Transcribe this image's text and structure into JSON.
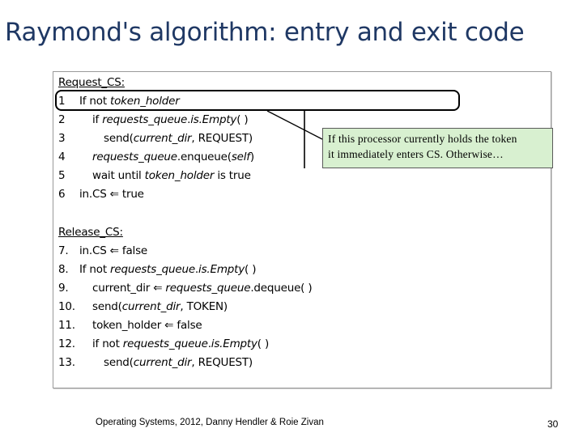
{
  "title": "Raymond's algorithm: entry and exit code",
  "request": {
    "header": "Request_CS:",
    "lines": [
      {
        "num": "1",
        "parts": [
          {
            "t": "If not ",
            "i": false
          },
          {
            "t": "token_holder",
            "i": true
          }
        ]
      },
      {
        "num": "2",
        "parts": [
          {
            "t": "if ",
            "i": false
          },
          {
            "t": "requests_queue",
            "i": true
          },
          {
            "t": ".",
            "i": false
          },
          {
            "t": "is.Empty",
            "i": true
          },
          {
            "t": "( )",
            "i": false
          }
        ]
      },
      {
        "num": "3",
        "parts": [
          {
            "t": "send(",
            "i": false
          },
          {
            "t": "current_dir",
            "i": true
          },
          {
            "t": ", REQUEST)",
            "i": false
          }
        ]
      },
      {
        "num": "4",
        "parts": [
          {
            "t": "requests_queue",
            "i": true
          },
          {
            "t": ".enqueue(",
            "i": false
          },
          {
            "t": "self",
            "i": true
          },
          {
            "t": ")",
            "i": false
          }
        ]
      },
      {
        "num": "5",
        "parts": [
          {
            "t": "wait until ",
            "i": false
          },
          {
            "t": "token_holder",
            "i": true
          },
          {
            "t": " is true",
            "i": false
          }
        ]
      },
      {
        "num": "6",
        "parts": [
          {
            "t": "in.CS ⇐ true",
            "i": false
          }
        ]
      }
    ]
  },
  "release": {
    "header": "Release_CS:",
    "lines": [
      {
        "num": "7.",
        "parts": [
          {
            "t": "in.CS ⇐ false",
            "i": false
          }
        ]
      },
      {
        "num": "8.",
        "parts": [
          {
            "t": "If not ",
            "i": false
          },
          {
            "t": "requests_queue",
            "i": true
          },
          {
            "t": ".",
            "i": false
          },
          {
            "t": "is.Empty",
            "i": true
          },
          {
            "t": "( )",
            "i": false
          }
        ]
      },
      {
        "num": "9.",
        "parts": [
          {
            "t": "current_dir ⇐ ",
            "i": false
          },
          {
            "t": "requests_queue",
            "i": true
          },
          {
            "t": ".dequeue( )",
            "i": false
          }
        ]
      },
      {
        "num": "10.",
        "parts": [
          {
            "t": "send(",
            "i": false
          },
          {
            "t": "current_dir",
            "i": true
          },
          {
            "t": ", TOKEN)",
            "i": false
          }
        ]
      },
      {
        "num": "11.",
        "parts": [
          {
            "t": "token_holder ⇐ false",
            "i": false
          }
        ]
      },
      {
        "num": "12.",
        "parts": [
          {
            "t": "if not ",
            "i": false
          },
          {
            "t": "requests_queue",
            "i": true
          },
          {
            "t": ".",
            "i": false
          },
          {
            "t": "is.Empty",
            "i": true
          },
          {
            "t": "( )",
            "i": false
          }
        ]
      },
      {
        "num": "13.",
        "parts": [
          {
            "t": "send(",
            "i": false
          },
          {
            "t": "current_dir",
            "i": true
          },
          {
            "t": ", REQUEST)",
            "i": false
          }
        ]
      }
    ]
  },
  "callout": {
    "line1": "If this processor currently holds the token",
    "line2": "it immediately enters CS. Otherwise…"
  },
  "footer": {
    "left": "Operating Systems, 2012, Danny Hendler & Roie Zivan",
    "page": "30"
  },
  "colors": {
    "title": "#1f3864",
    "callout_bg": "#d8f0d0"
  }
}
